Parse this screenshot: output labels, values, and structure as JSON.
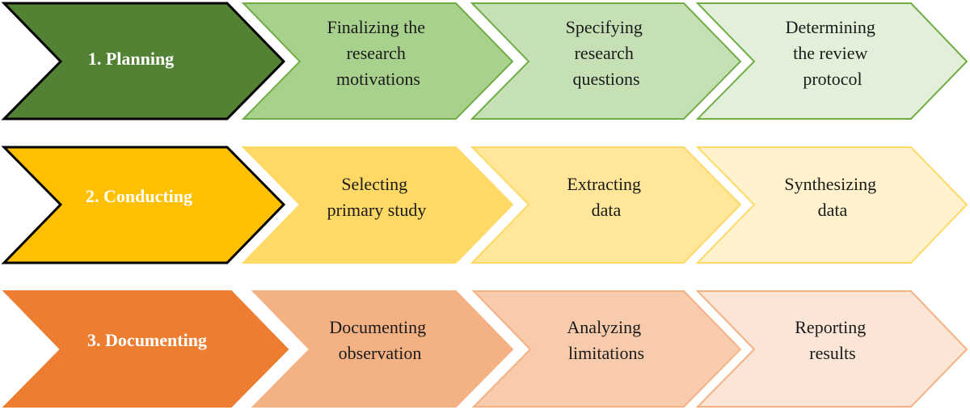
{
  "colors": {
    "planning_head": "#548235",
    "planning_steps": [
      "#a9d18e",
      "#c5e0b4",
      "#e2f0d9"
    ],
    "planning_stroke": "#70ad47",
    "conducting_head": "#ffc000",
    "conducting_steps": [
      "#ffd966",
      "#ffe699",
      "#fff2cc"
    ],
    "conducting_stroke": "#ffd966",
    "documenting_head": "#ed7d31",
    "documenting_steps": [
      "#f4b183",
      "#f8cbad",
      "#fbe5d6"
    ],
    "documenting_stroke": "#f4b183"
  },
  "rows": [
    {
      "phase": "1. Planning",
      "steps": [
        {
          "lines": [
            "Finalizing the",
            "research",
            "motivations"
          ]
        },
        {
          "lines": [
            "Specifying",
            "research",
            "questions"
          ]
        },
        {
          "lines": [
            "Determining",
            "the review",
            "protocol"
          ]
        }
      ]
    },
    {
      "phase": "2. Conducting",
      "steps": [
        {
          "lines": [
            "Selecting",
            "primary study"
          ]
        },
        {
          "lines": [
            "Extracting",
            "data"
          ]
        },
        {
          "lines": [
            "Synthesizing",
            "data"
          ]
        }
      ]
    },
    {
      "phase": "3. Documenting",
      "steps": [
        {
          "lines": [
            "Documenting",
            "observation"
          ]
        },
        {
          "lines": [
            "Analyzing",
            "limitations"
          ]
        },
        {
          "lines": [
            "Reporting",
            "results"
          ]
        }
      ]
    }
  ]
}
